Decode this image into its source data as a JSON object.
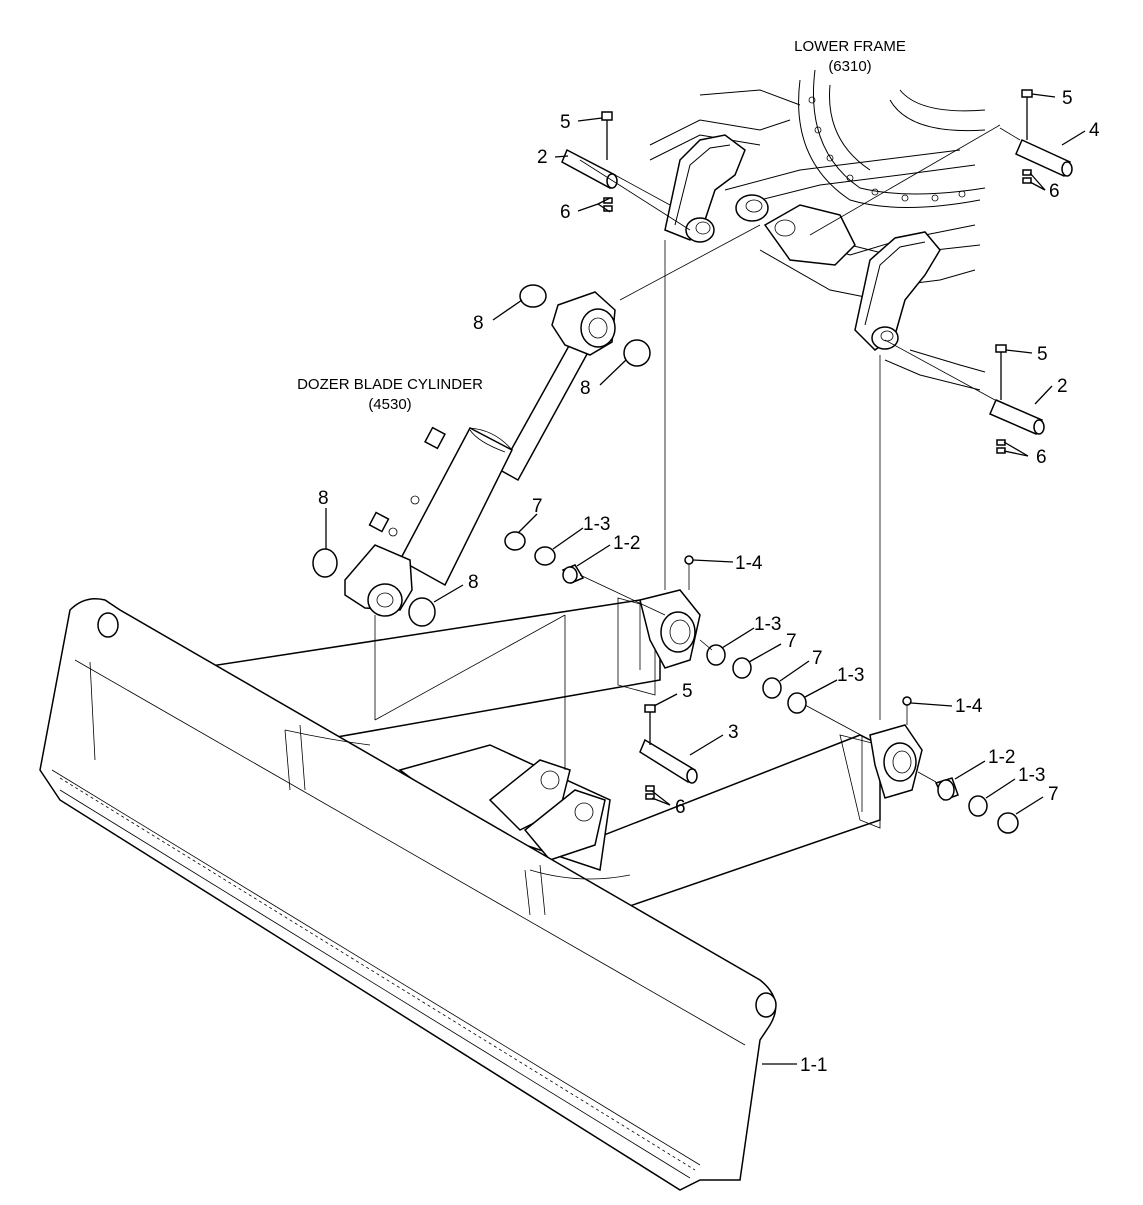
{
  "assemblies": {
    "lower_frame": {
      "name": "LOWER FRAME",
      "code": "(6310)"
    },
    "cylinder": {
      "name": "DOZER BLADE CYLINDER",
      "code": "(4530)"
    }
  },
  "callouts": {
    "c5a": "5",
    "c2a": "2",
    "c6a": "6",
    "c5b": "5",
    "c4": "4",
    "c6b": "6",
    "c8a": "8",
    "c8b": "8",
    "c5c": "5",
    "c2b": "2",
    "c6c": "6",
    "c8c": "8",
    "c8d": "8",
    "c7a": "7",
    "c13a": "1-3",
    "c12a": "1-2",
    "c14a": "1-4",
    "c13b": "1-3",
    "c7b": "7",
    "c7c": "7",
    "c13c": "1-3",
    "c14b": "1-4",
    "c5d": "5",
    "c3": "3",
    "c6d": "6",
    "c12b": "1-2",
    "c13d": "1-3",
    "c7d": "7",
    "c11": "1-1"
  }
}
